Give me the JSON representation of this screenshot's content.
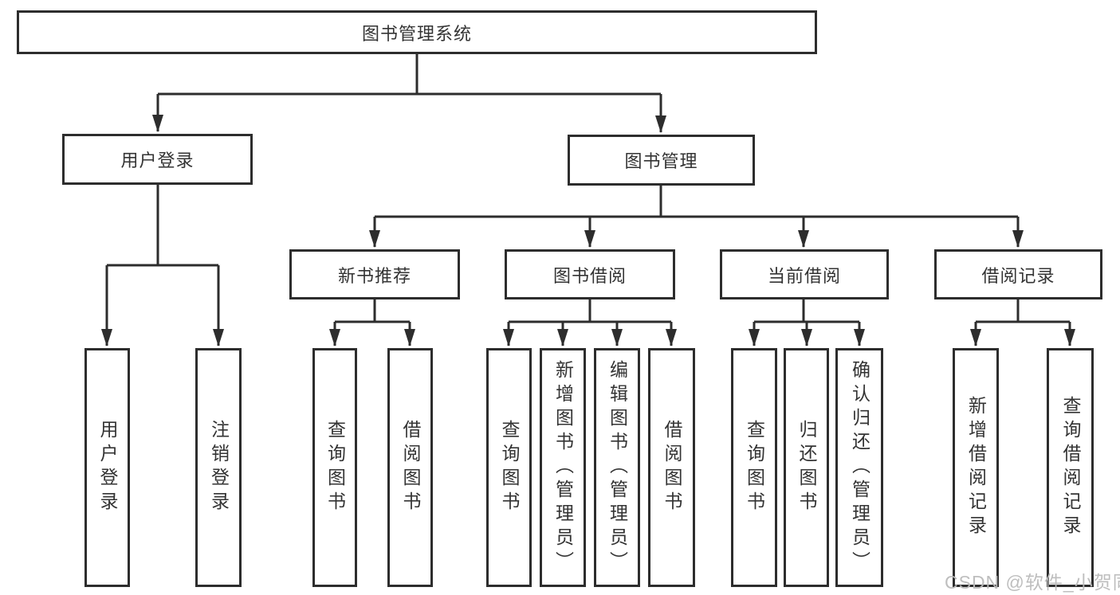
{
  "tree": {
    "label": "图书管理系统",
    "children": [
      {
        "label": "用户登录",
        "children": [
          {
            "label": "用户登录"
          },
          {
            "label": "注销登录"
          }
        ]
      },
      {
        "label": "图书管理",
        "children": [
          {
            "label": "新书推荐",
            "children": [
              {
                "label": "查询图书"
              },
              {
                "label": "借阅图书"
              }
            ]
          },
          {
            "label": "图书借阅",
            "children": [
              {
                "label": "查询图书"
              },
              {
                "label": "新增图书（管理员）"
              },
              {
                "label": "编辑图书（管理员）"
              },
              {
                "label": "借阅图书"
              }
            ]
          },
          {
            "label": "当前借阅",
            "children": [
              {
                "label": "查询图书"
              },
              {
                "label": "归还图书"
              },
              {
                "label": "确认归还（管理员）"
              }
            ]
          },
          {
            "label": "借阅记录",
            "children": [
              {
                "label": "新增借阅记录"
              },
              {
                "label": "查询借阅记录"
              }
            ]
          }
        ]
      }
    ]
  },
  "watermark": {
    "text": "CSDN @软件_小贺同学"
  },
  "colors": {
    "line": "#2d2d2d",
    "text": "#333333",
    "watermark": "#bababa",
    "background": "#ffffff"
  }
}
